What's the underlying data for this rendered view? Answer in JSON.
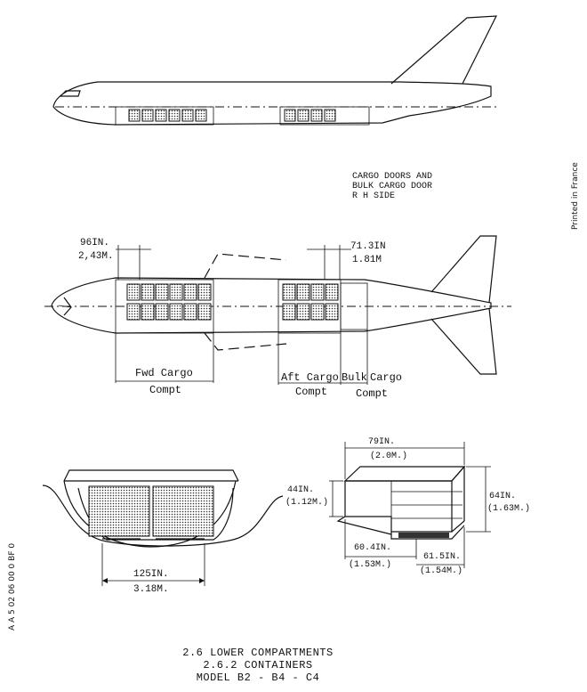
{
  "side_view": {
    "note_lines": [
      "CARGO DOORS AND",
      "BULK CARGO DOOR",
      "R H  SIDE"
    ]
  },
  "plan_view": {
    "door_fwd": [
      "96IN.",
      "2,43M."
    ],
    "door_aft": [
      "71.3IN",
      "1.81M"
    ],
    "labels": {
      "fwd_cargo": "Fwd Cargo",
      "fwd_compt": "Compt",
      "aft_cargo": "Aft Cargo",
      "aft_compt": "Compt",
      "bulk": "Bulk",
      "bulk_cargo": "Cargo",
      "bulk_compt": "Compt"
    }
  },
  "section_view": {
    "width": [
      "125IN.",
      "3.18M."
    ]
  },
  "container": {
    "top": [
      "79IN.",
      "(2.0M.)"
    ],
    "left_height": [
      "44IN.",
      "(1.12M.)"
    ],
    "right_height": [
      "64IN.",
      "(1.63M.)"
    ],
    "base_left": [
      "60.4IN.",
      "(1.53M.)"
    ],
    "base_right": [
      "61.5IN.",
      "(1.54M.)"
    ]
  },
  "side_text": {
    "printed": "Printed in France",
    "ref": "A A 5  02  06  00  0  BF  0"
  },
  "caption": {
    "line1": "2.6 LOWER COMPARTMENTS",
    "line2": "2.6.2 CONTAINERS",
    "line3": "MODEL B2 - B4 - C4"
  }
}
